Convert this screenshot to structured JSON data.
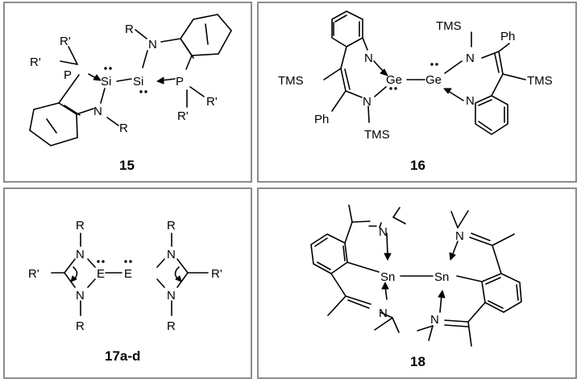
{
  "compounds": {
    "c15": {
      "label": "15",
      "atoms": {
        "si": "Si",
        "p": "P",
        "n": "N",
        "r": "R",
        "rp": "R'"
      }
    },
    "c16": {
      "label": "16",
      "atoms": {
        "ge": "Ge",
        "n": "N",
        "tms": "TMS",
        "ph": "Ph"
      }
    },
    "c17": {
      "label": "17a-d",
      "atoms": {
        "e": "E",
        "n": "N",
        "r": "R",
        "rp": "R'"
      }
    },
    "c18": {
      "label": "18",
      "atoms": {
        "sn": "Sn",
        "n": "N"
      }
    }
  }
}
